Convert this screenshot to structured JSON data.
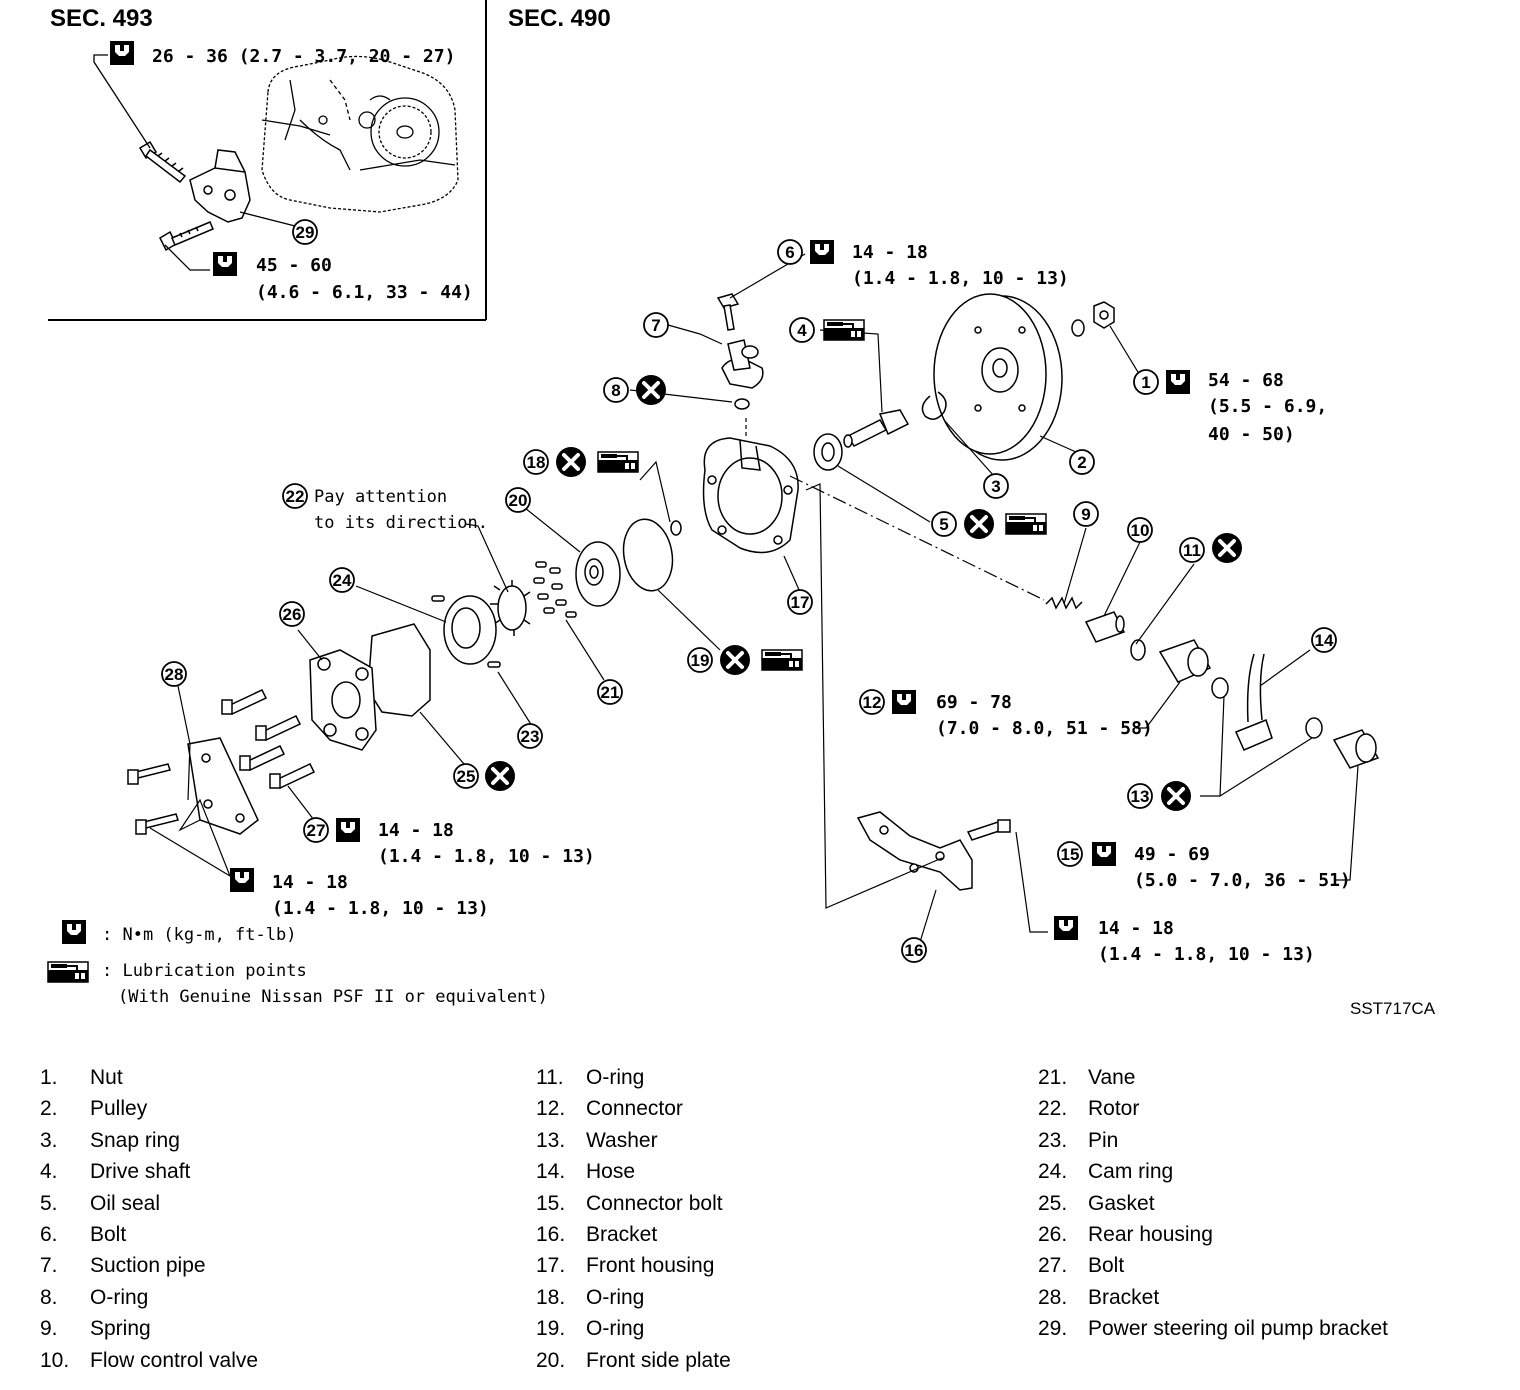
{
  "sections": {
    "left_title": "SEC. 493",
    "right_title": "SEC. 490"
  },
  "drawing_code": "SST717CA",
  "specs": {
    "s493_top": "26 - 36 (2.7 - 3.7, 20 - 27)",
    "s493_bottom_1": "45 - 60",
    "s493_bottom_2": "(4.6 - 6.1, 33 - 44)",
    "p6_1": "14 - 18",
    "p6_2": "(1.4 - 1.8, 10 - 13)",
    "p1_1": "54 - 68",
    "p1_2": "(5.5 - 6.9,",
    "p1_3": "40 - 50)",
    "p12_1": "69 - 78",
    "p12_2": "(7.0 - 8.0, 51 - 58)",
    "p27_1": "14 - 18",
    "p27_2": "(1.4 - 1.8, 10 - 13)",
    "p28_1": "14 - 18",
    "p28_2": "(1.4 - 1.8, 10 - 13)",
    "p15_1": "49 - 69",
    "p15_2": "(5.0 - 7.0, 36 - 51)",
    "p16_1": "14 - 18",
    "p16_2": "(1.4 - 1.8, 10 - 13)"
  },
  "notes": {
    "rotor_1": "Pay attention",
    "rotor_2": "to its direction."
  },
  "legend": {
    "torque": ": N•m (kg-m, ft-lb)",
    "lube_1": ": Lubrication points",
    "lube_2": "(With Genuine Nissan PSF II or equivalent)"
  },
  "callouts": {
    "c1": "1",
    "c2": "2",
    "c3": "3",
    "c4": "4",
    "c5": "5",
    "c6": "6",
    "c7": "7",
    "c8": "8",
    "c9": "9",
    "c10": "10",
    "c11": "11",
    "c12": "12",
    "c13": "13",
    "c14": "14",
    "c15": "15",
    "c16": "16",
    "c17": "17",
    "c18": "18",
    "c19": "19",
    "c20": "20",
    "c21": "21",
    "c22": "22",
    "c23": "23",
    "c24": "24",
    "c25": "25",
    "c26": "26",
    "c27": "27",
    "c28": "28",
    "c29": "29"
  },
  "parts": [
    [
      {
        "num": "1.",
        "name": "Nut"
      },
      {
        "num": "2.",
        "name": "Pulley"
      },
      {
        "num": "3.",
        "name": "Snap ring"
      },
      {
        "num": "4.",
        "name": "Drive shaft"
      },
      {
        "num": "5.",
        "name": "Oil seal"
      },
      {
        "num": "6.",
        "name": "Bolt"
      },
      {
        "num": "7.",
        "name": "Suction pipe"
      },
      {
        "num": "8.",
        "name": "O-ring"
      },
      {
        "num": "9.",
        "name": "Spring"
      },
      {
        "num": "10.",
        "name": "Flow control valve"
      }
    ],
    [
      {
        "num": "11.",
        "name": "O-ring"
      },
      {
        "num": "12.",
        "name": "Connector"
      },
      {
        "num": "13.",
        "name": "Washer"
      },
      {
        "num": "14.",
        "name": "Hose"
      },
      {
        "num": "15.",
        "name": "Connector bolt"
      },
      {
        "num": "16.",
        "name": "Bracket"
      },
      {
        "num": "17.",
        "name": "Front housing"
      },
      {
        "num": "18.",
        "name": "O-ring"
      },
      {
        "num": "19.",
        "name": "O-ring"
      },
      {
        "num": "20.",
        "name": "Front side plate"
      }
    ],
    [
      {
        "num": "21.",
        "name": "Vane"
      },
      {
        "num": "22.",
        "name": "Rotor"
      },
      {
        "num": "23.",
        "name": "Pin"
      },
      {
        "num": "24.",
        "name": "Cam ring"
      },
      {
        "num": "25.",
        "name": "Gasket"
      },
      {
        "num": "26.",
        "name": "Rear housing"
      },
      {
        "num": "27.",
        "name": "Bolt"
      },
      {
        "num": "28.",
        "name": "Bracket"
      },
      {
        "num": "29.",
        "name": "Power steering oil pump bracket"
      }
    ]
  ]
}
